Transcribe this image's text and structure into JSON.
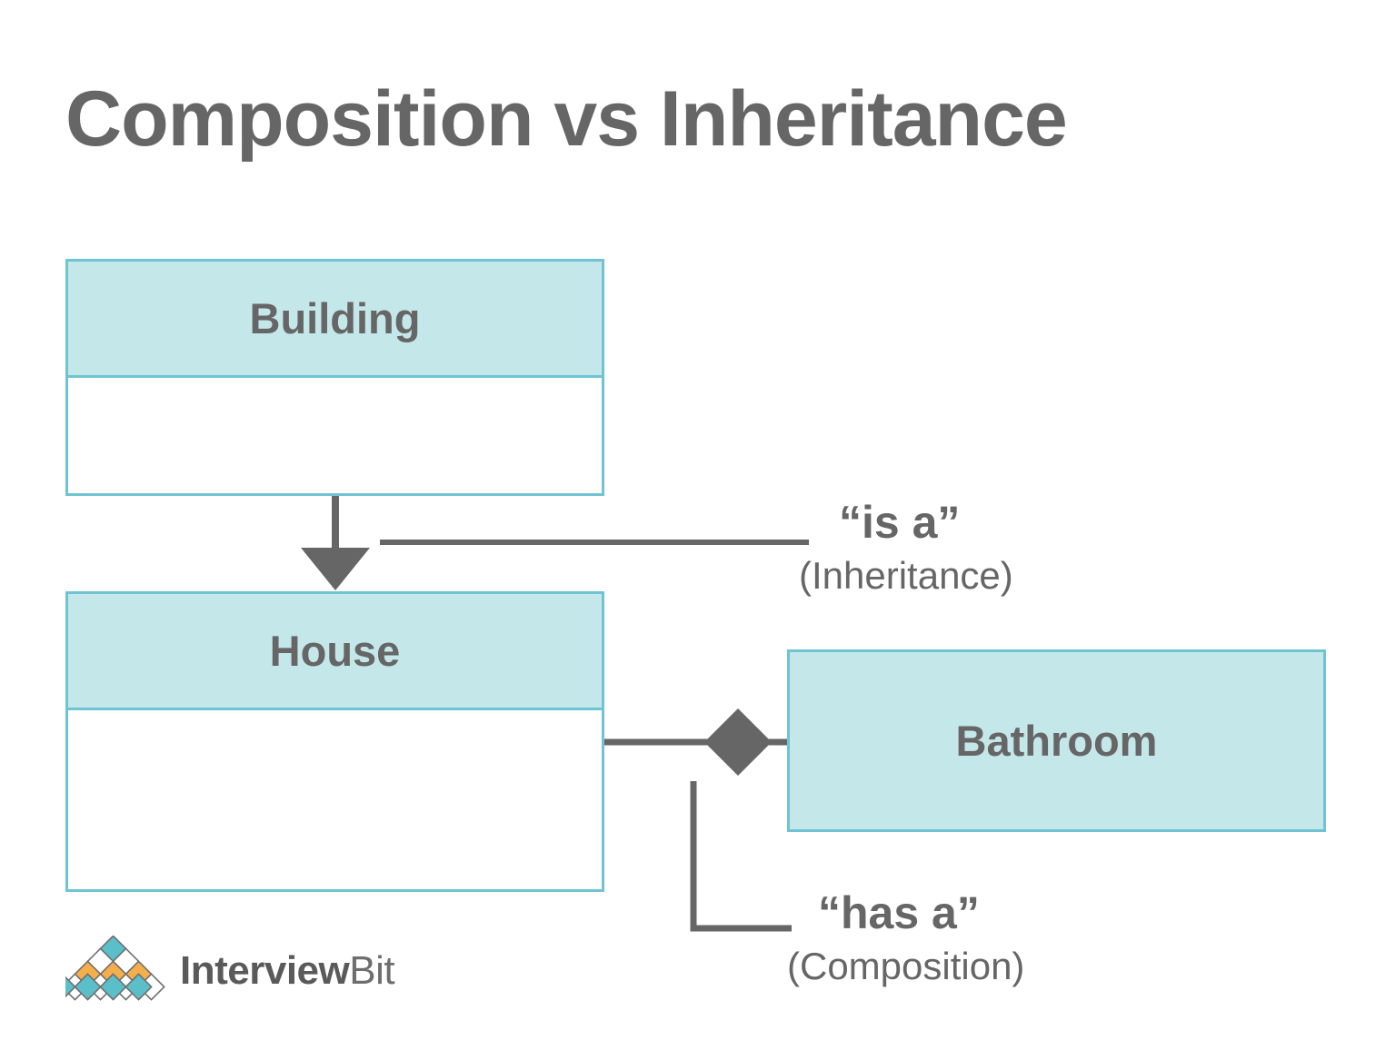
{
  "page": {
    "title": "Composition vs Inheritance",
    "background_color": "#FFFFFF"
  },
  "palette": {
    "box_border": "#6FC3D2",
    "box_header_fill": "#C4E7E9",
    "box_body_fill": "#FFFFFF",
    "text_gray": "#666666",
    "connector_gray": "#666666",
    "logo_teal": "#5BBFC9",
    "logo_orange": "#F5AE4C",
    "logo_text": "#5A5A5A"
  },
  "boxes": [
    {
      "id": "building",
      "label": "Building",
      "compartments": 2,
      "filled": false
    },
    {
      "id": "house",
      "label": "House",
      "compartments": 2,
      "filled": false
    },
    {
      "id": "bathroom",
      "label": "Bathroom",
      "compartments": 1,
      "filled": true
    }
  ],
  "relationships": [
    {
      "id": "inheritance",
      "from": "House",
      "to": "Building",
      "arrow": "solid-triangle",
      "label_main": "“is a”",
      "label_sub": "(Inheritance)"
    },
    {
      "id": "composition",
      "from": "House",
      "to": "Bathroom",
      "arrow": "filled-diamond",
      "label_main": "“has a”",
      "label_sub": "(Composition)"
    }
  ],
  "logo": {
    "name": "interviewbit-logo",
    "word_bold": "Interview",
    "word_light": "Bit"
  }
}
